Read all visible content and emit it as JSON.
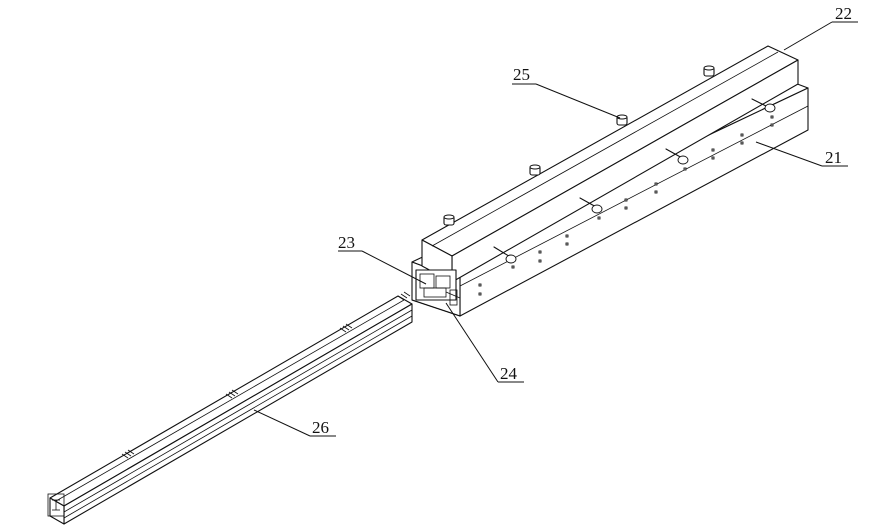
{
  "labels": {
    "l22": "22",
    "l25": "25",
    "l21": "21",
    "l23": "23",
    "l24": "24",
    "l26": "26"
  }
}
